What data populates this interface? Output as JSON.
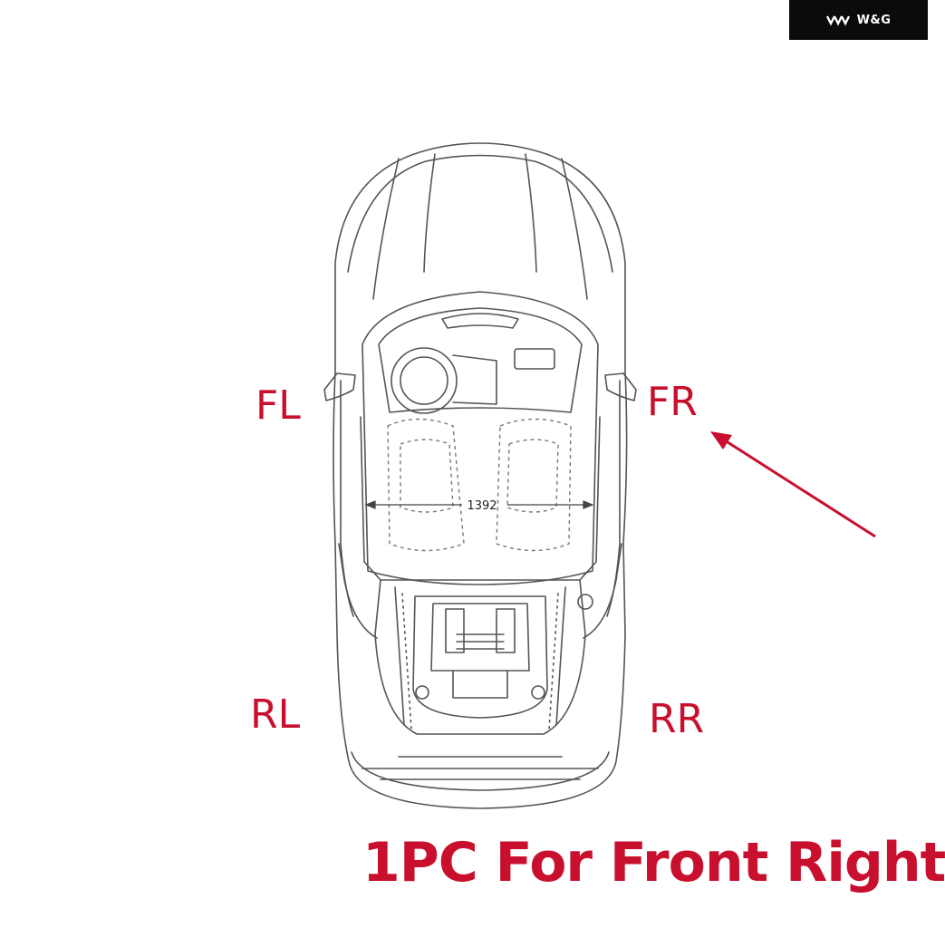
{
  "brand": {
    "logo_text": "W&G",
    "logo_icon": "triple-chevron-icon"
  },
  "positions": {
    "front_left": "FL",
    "front_right": "FR",
    "rear_left": "RL",
    "rear_right": "RR"
  },
  "dimension": {
    "value": "1392"
  },
  "caption": "1PC For Front Right",
  "colors": {
    "label_red": "#c8102e",
    "outline": "#555555",
    "logo_bg": "#0b0b0b"
  }
}
